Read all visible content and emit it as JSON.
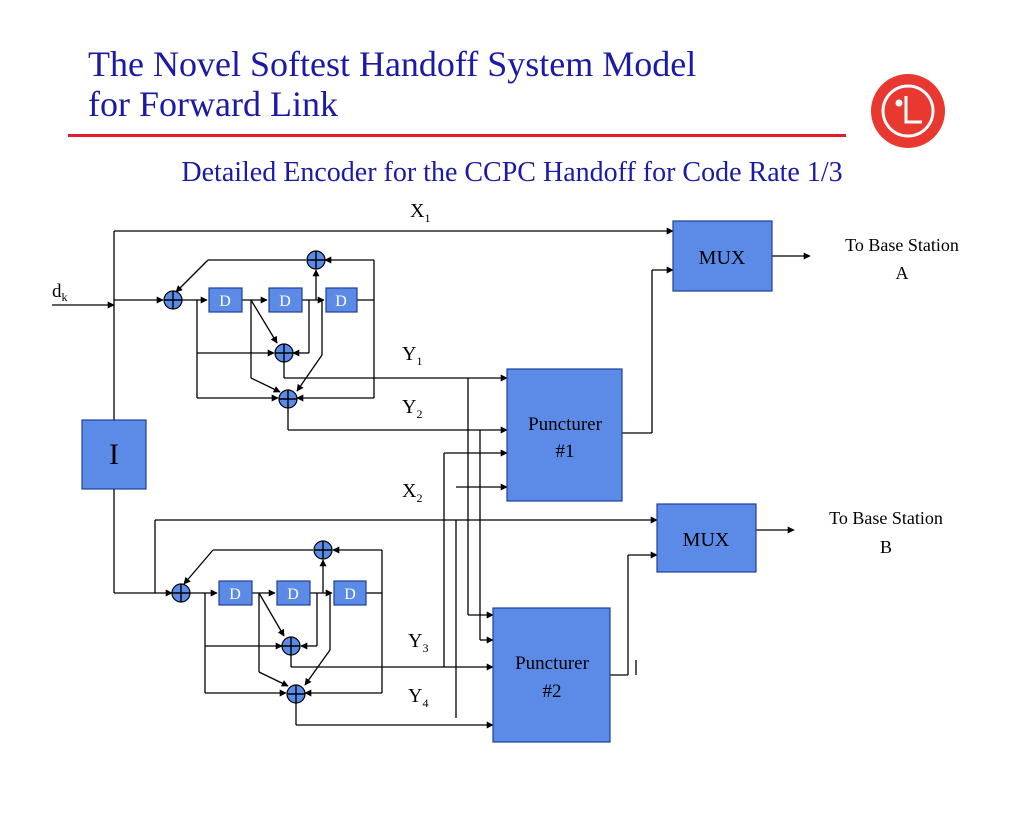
{
  "title": {
    "line1": "The Novel Softest Handoff System Model",
    "line2": "for Forward Link"
  },
  "subtitle": "Detailed Encoder for the CCPC Handoff for Code Rate 1/3",
  "colors": {
    "title": "#1a1aa6",
    "rule": "#e31b2a",
    "block_fill": "#5b8be6",
    "block_stroke": "#1f3f9a",
    "logo": "#e8382f"
  },
  "logo_icon": "lg-logo",
  "diagram": {
    "input_label": "d",
    "input_sub": "k",
    "interleaver": "I",
    "delay_label": "D",
    "outputs": {
      "x1": {
        "main": "X",
        "sub": "1"
      },
      "x2": {
        "main": "X",
        "sub": "2"
      },
      "y1": {
        "main": "Y",
        "sub": "1"
      },
      "y2": {
        "main": "Y",
        "sub": "2"
      },
      "y3": {
        "main": "Y",
        "sub": "3"
      },
      "y4": {
        "main": "Y",
        "sub": "4"
      }
    },
    "mux_label": "MUX",
    "puncturer1": {
      "line1": "Puncturer",
      "line2": "#1"
    },
    "puncturer2": {
      "line1": "Puncturer",
      "line2": "#2"
    },
    "station_a": {
      "line1": "To Base Station",
      "line2": "A"
    },
    "station_b": {
      "line1": "To Base Station",
      "line2": "B"
    }
  }
}
